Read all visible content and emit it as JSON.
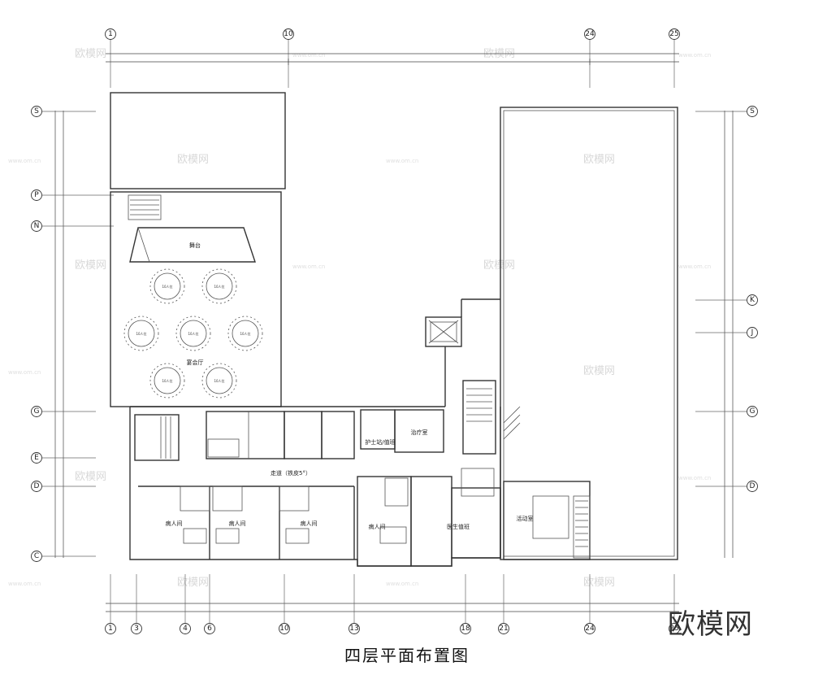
{
  "drawing_title": "四层平面布置图",
  "watermark_logo": "欧模网",
  "watermark_brand": "欧模网",
  "watermark_url": "www.om.cn",
  "grid_top": [
    "1",
    "10",
    "24",
    "25"
  ],
  "grid_bottom": [
    "1",
    "3",
    "4",
    "6",
    "10",
    "13",
    "18",
    "21",
    "24",
    "25"
  ],
  "grid_left": [
    "S",
    "P",
    "N",
    "G",
    "E",
    "D",
    "C"
  ],
  "grid_right": [
    "S",
    "K",
    "J",
    "G",
    "D"
  ],
  "rooms": {
    "stage": "舞台",
    "corridor": "走道（铁皮5°）",
    "ward_a": "病人间",
    "ward_b": "病人间",
    "ward_c": "病人间",
    "ward_d": "病人间",
    "nurse_station": "护士站/值班",
    "duty_room": "医生值班",
    "treatment_room": "治疗室",
    "lounge": "活动室",
    "banquet_area": "宴会厅"
  },
  "tables": [
    "10人位",
    "10人位",
    "10人位",
    "10人位",
    "10人位",
    "10人位",
    "10人位"
  ]
}
